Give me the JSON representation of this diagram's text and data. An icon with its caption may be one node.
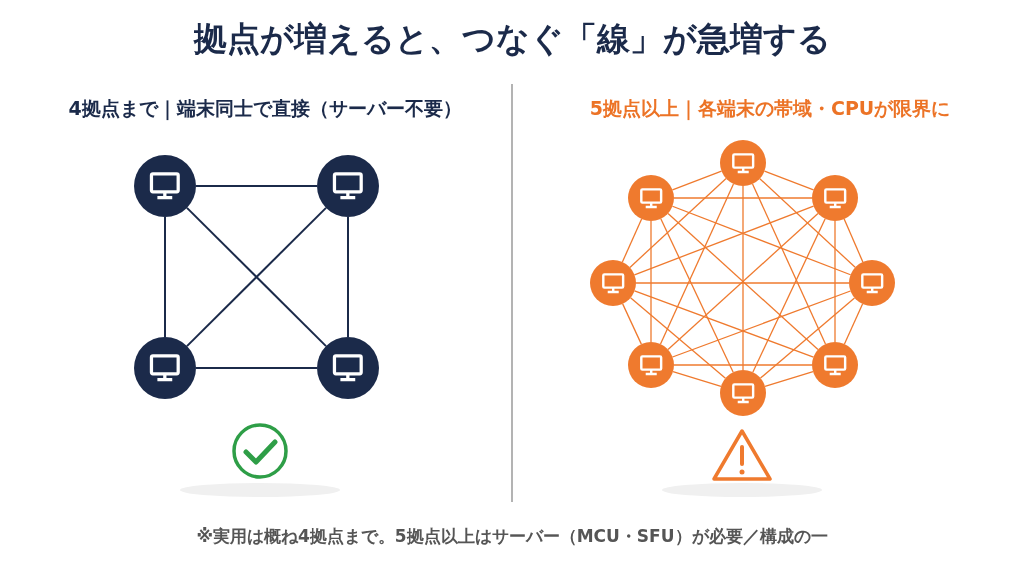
{
  "diagram": {
    "title": "拠点が増えると、つなぐ「線」が急増する",
    "nodes": [
      {
        "text": [],
        "shape": "circle"
      },
      {
        "text": [],
        "shape": "circle"
      },
      {
        "text": [],
        "shape": "circle"
      },
      {
        "text": [],
        "shape": "circle"
      },
      {
        "text": [],
        "shape": "circle"
      },
      {
        "text": [],
        "shape": "circle"
      },
      {
        "text": [],
        "shape": "circle"
      },
      {
        "text": [],
        "shape": "circle"
      },
      {
        "text": [],
        "shape": "circle"
      },
      {
        "text": [],
        "shape": "circle"
      },
      {
        "text": [],
        "shape": "circle"
      },
      {
        "text": [],
        "shape": "circle"
      }
    ],
    "edges": [
      {
        "from": 0,
        "to": 1,
        "arrow": "none",
        "color": "#1b2a4a"
      },
      {
        "from": 0,
        "to": 2,
        "arrow": "none",
        "color": "#1b2a4a"
      },
      {
        "from": 0,
        "to": 3,
        "arrow": "none",
        "color": "#1b2a4a"
      },
      {
        "from": 1,
        "to": 2,
        "arrow": "none",
        "color": "#1b2a4a"
      },
      {
        "from": 1,
        "to": 3,
        "arrow": "none",
        "color": "#1b2a4a"
      },
      {
        "from": 2,
        "to": 3,
        "arrow": "none",
        "color": "#1b2a4a"
      },
      {
        "from": 4,
        "to": 5,
        "arrow": "none"
      },
      {
        "from": 4,
        "to": 6,
        "arrow": "none"
      },
      {
        "from": 4,
        "to": 7,
        "arrow": "none"
      },
      {
        "from": 4,
        "to": 8,
        "arrow": "none"
      },
      {
        "from": 4,
        "to": 9,
        "arrow": "none"
      },
      {
        "from": 4,
        "to": 10,
        "arrow": "none"
      },
      {
        "from": 4,
        "to": 11,
        "arrow": "none"
      },
      {
        "from": 5,
        "to": 6,
        "arrow": "none"
      },
      {
        "from": 5,
        "to": 7,
        "arrow": "none"
      },
      {
        "from": 5,
        "to": 8,
        "arrow": "none"
      },
      {
        "from": 5,
        "to": 9,
        "arrow": "none"
      },
      {
        "from": 5,
        "to": 10,
        "arrow": "none"
      },
      {
        "from": 5,
        "to": 11,
        "arrow": "none"
      },
      {
        "from": 6,
        "to": 7,
        "arrow": "none"
      },
      {
        "from": 6,
        "to": 8,
        "arrow": "none"
      },
      {
        "from": 6,
        "to": 9,
        "arrow": "none"
      },
      {
        "from": 6,
        "to": 10,
        "arrow": "none"
      },
      {
        "from": 6,
        "to": 11,
        "arrow": "none"
      },
      {
        "from": 7,
        "to": 8,
        "arrow": "none"
      },
      {
        "from": 7,
        "to": 9,
        "arrow": "none"
      },
      {
        "from": 7,
        "to": 10,
        "arrow": "none"
      },
      {
        "from": 7,
        "to": 11,
        "arrow": "none"
      },
      {
        "from": 8,
        "to": 9,
        "arrow": "none"
      },
      {
        "from": 8,
        "to": 10,
        "arrow": "none"
      },
      {
        "from": 8,
        "to": 11,
        "arrow": "none"
      },
      {
        "from": 9,
        "to": 10,
        "arrow": "none"
      },
      {
        "from": 9,
        "to": 11,
        "arrow": "none"
      },
      {
        "from": 10,
        "to": 11,
        "arrow": "none"
      }
    ],
    "labels": [
      "4拠点まで｜端末同士で直接（サーバー不要）",
      "5拠点以上｜各端末の帯域・CPUが限界に",
      "※実用は概ね4拠点まで。5拠点以上はサーバー（MCU・SFU）が必要／構成の一"
    ]
  }
}
